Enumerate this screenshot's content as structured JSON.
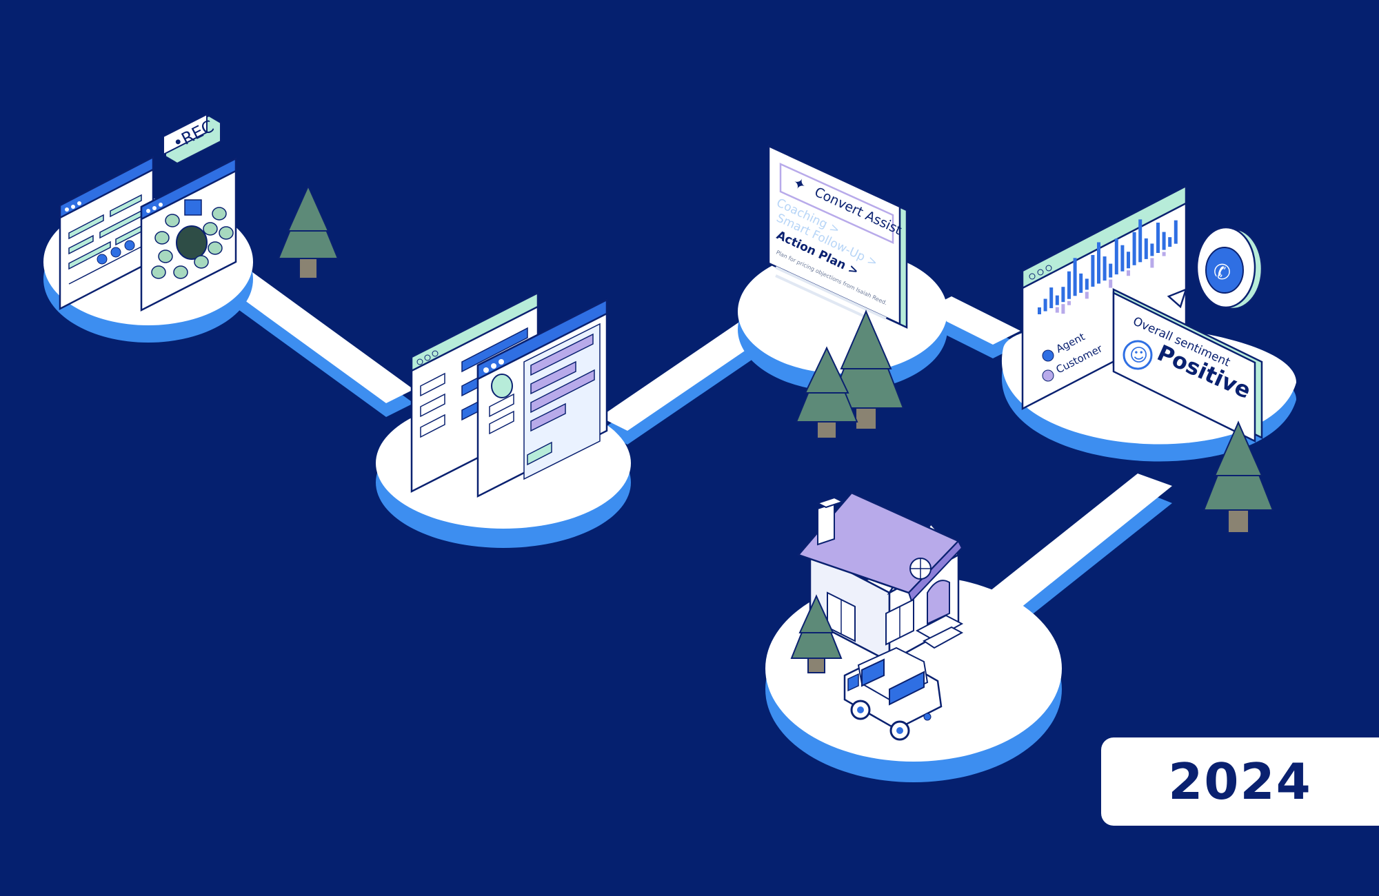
{
  "colors": {
    "background": "#05206f",
    "platform_top": "#ffffff",
    "platform_side": "#3d8ef0",
    "accent_teal": "#b7ecd9",
    "accent_blue": "#2f6fe3",
    "accent_purple": "#b8aaea",
    "tree_green": "#5d8a78",
    "year_text": "#0a2170"
  },
  "rec_badge": {
    "label": "•REC"
  },
  "assist_panel": {
    "title": "Convert Assist",
    "items": [
      "Coaching >",
      "Smart Follow-Up >",
      "Action Plan >"
    ],
    "note": "Plan for pricing objections from Isaiah Reed."
  },
  "call_panel": {
    "legend": [
      "Agent",
      "Customer"
    ]
  },
  "sentiment_panel": {
    "label": "Overall sentiment",
    "value": "Positive"
  },
  "year": "2024"
}
